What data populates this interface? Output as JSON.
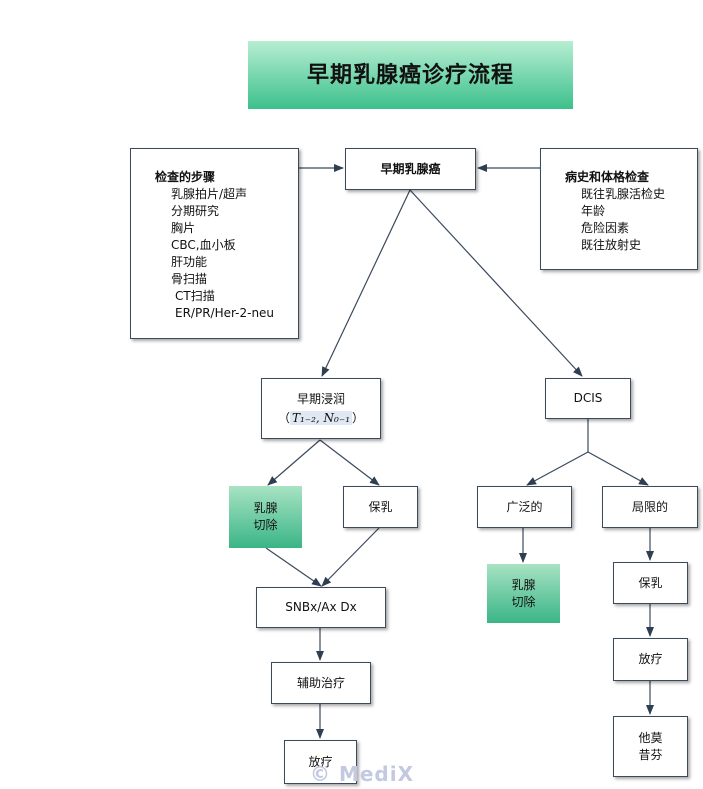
{
  "title": "早期乳腺癌诊疗流程",
  "nodes": {
    "root": "早期乳腺癌",
    "exam": {
      "heading": "检查的步骤",
      "items": [
        "乳腺拍片/超声",
        "分期研究",
        "胸片",
        "CBC,血小板",
        "肝功能",
        "骨扫描",
        "CT扫描",
        "ER/PR/Her-2-neu"
      ]
    },
    "history": {
      "heading": "病史和体格检查",
      "items": [
        "既往乳腺活检史",
        "年龄",
        "危险因素",
        "既往放射史"
      ]
    },
    "invasive": {
      "label": "早期浸润",
      "stage_open": "（",
      "stage_t": "T₁₋₂, N₀₋₁",
      "stage_close": "）"
    },
    "dcis": "DCIS",
    "mastectomy_left": [
      "乳腺",
      "切除"
    ],
    "conserve_left": "保乳",
    "snb": "SNBx/Ax Dx",
    "adjuvant": "辅助治疗",
    "radio_left": "放疗",
    "extensive": "广泛的",
    "localized": "局限的",
    "mastectomy_right": [
      "乳腺",
      "切除"
    ],
    "conserve_right": "保乳",
    "radio_right": "放疗",
    "tamoxifen": [
      "他莫",
      "昔芬"
    ]
  },
  "watermark": "© MediX"
}
